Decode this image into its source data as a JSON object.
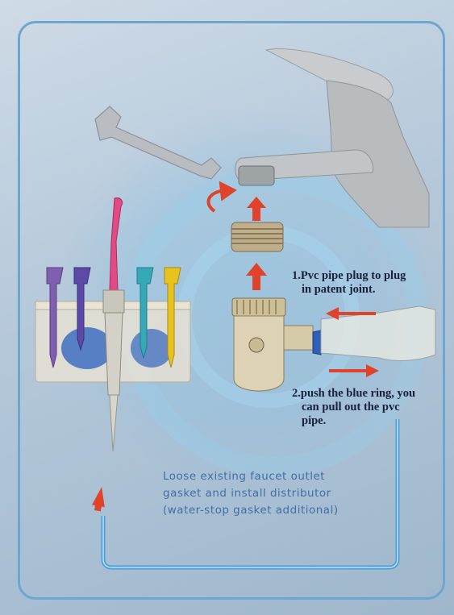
{
  "instructions": {
    "step1": [
      "1.Pvc pipe plug to plug",
      "in patent joint."
    ],
    "step2": [
      "2.push the blue ring, you",
      "can  pull out the pvc",
      "pipe."
    ],
    "note": [
      "Loose existing faucet outlet",
      "gasket and install distributor",
      "(water-stop gasket additional)"
    ]
  },
  "colors": {
    "arrow_red": "#e0422a",
    "tube_blue": "#4a9fd8",
    "frame_blue": "#6fa6cf",
    "text_dark": "#1a1f3a",
    "note_blue": "#3f6fa8"
  },
  "icons": [
    "wrench-icon",
    "faucet-icon",
    "threaded-adapter-icon",
    "diverter-valve-icon",
    "irrigator-handle-icon",
    "tip-holder-icon",
    "rotate-arrow-icon"
  ]
}
